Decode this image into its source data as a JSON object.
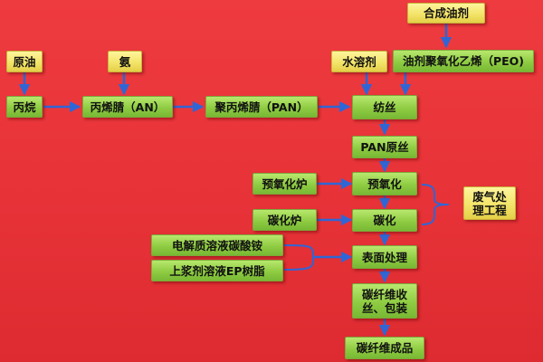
{
  "diagram": {
    "nodes": {
      "hecheng_youji": "合成油剂",
      "yuanyou": "原油",
      "an_gas": "氨",
      "shuirongji": "水溶剂",
      "peo": "油剂聚氧化乙烯（PEO)",
      "bingwan": "丙烷",
      "an": "丙烯腈（AN）",
      "pan": "聚丙烯腈（PAN）",
      "fangsi": "纺丝",
      "pan_yuansi": "PAN原丝",
      "yuyanghua_lu": "预氧化炉",
      "yuyanghua": "预氧化",
      "tanhua_lu": "碳化炉",
      "tanhua": "碳化",
      "dianjiezhi": "电解质溶液碳酸铵",
      "shangjiang": "上浆剂溶液EP树脂",
      "biaomian": "表面处理",
      "shousi_line1": "碳纤维收",
      "shousi_line2": "丝、包装",
      "chengpin": "碳纤维成品",
      "feiqi_line1": "废气处",
      "feiqi_line2": "理工程"
    },
    "colors": {
      "arrow": "#2f66d6",
      "box_green": "#8fcc43",
      "box_yellow": "#f3e46a",
      "background": "#e73338"
    }
  }
}
